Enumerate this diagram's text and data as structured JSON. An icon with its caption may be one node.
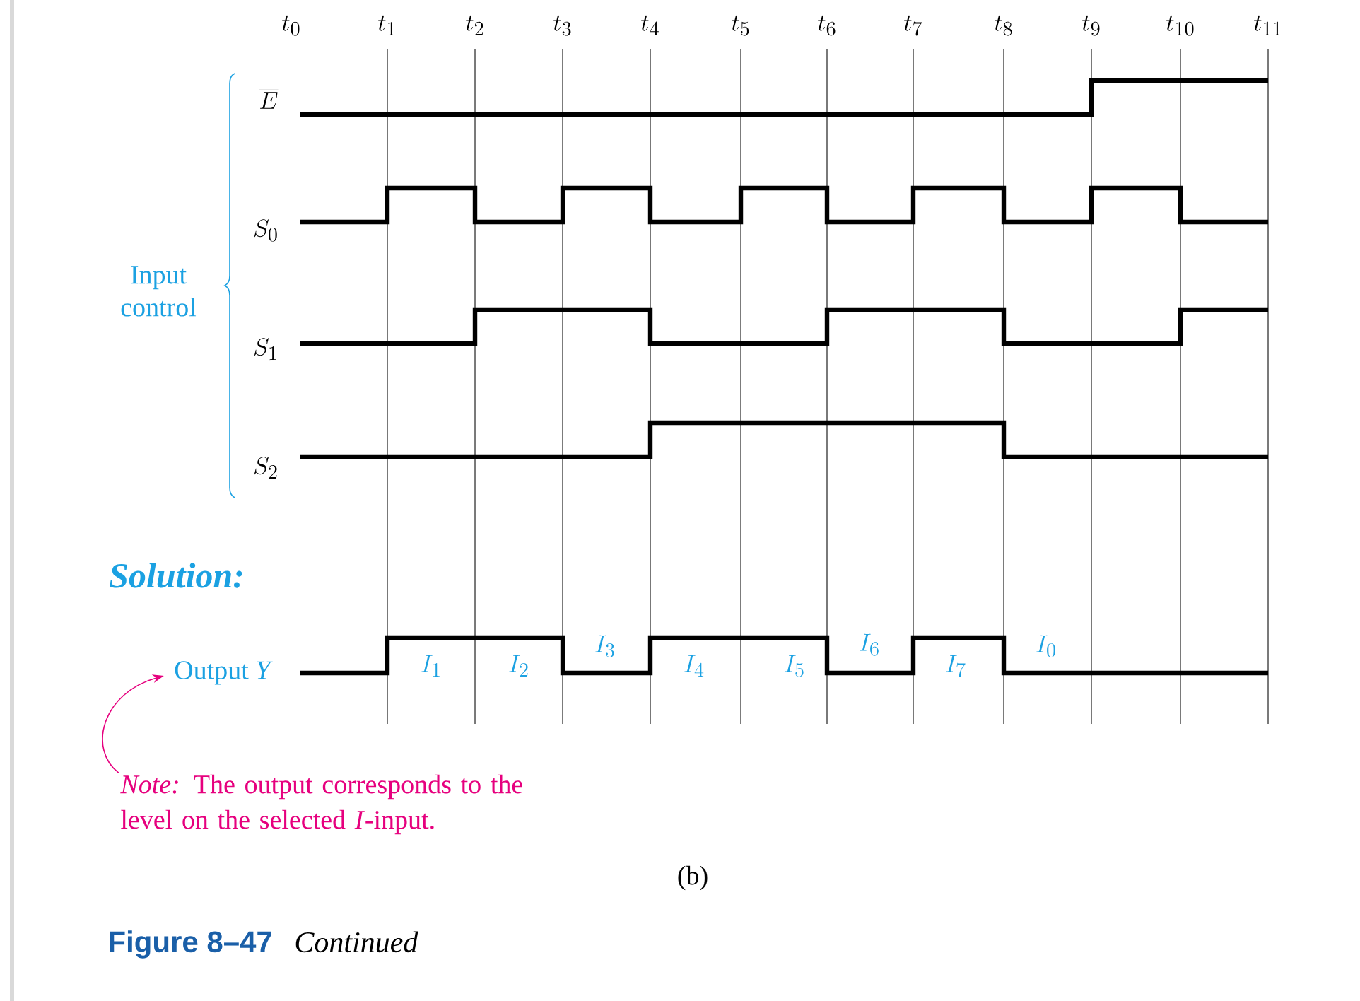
{
  "diagram": {
    "caption": "**Figure 8–47** *Continued*",
    "nodes": [
      {
        "text": [
          "Output *Y*"
        ]
      },
      {
        "text": [
          "*Note:* The output corresponds to the level on the selected *I*-input."
        ]
      }
    ],
    "edges": [
      {
        "from": 1,
        "to": 0,
        "arrow": "to"
      }
    ],
    "labels": [
      "t_{0}",
      "t_{1}",
      "t_{2}",
      "t_{3}",
      "t_{4}",
      "t_{5}",
      "t_{6}",
      "t_{7}",
      "t_{8}",
      "t_{9}",
      "t_{10}",
      "t_{11}",
      "\\overline{E}",
      "S_{0}",
      "Input control",
      "S_{1}",
      "S_{2}",
      "Solution:",
      "I_{1}",
      "I_{2}",
      "I_{3}",
      "I_{4}",
      "I_{5}",
      "I_{6}",
      "I_{7}",
      "I_{0}",
      "(b)"
    ]
  }
}
